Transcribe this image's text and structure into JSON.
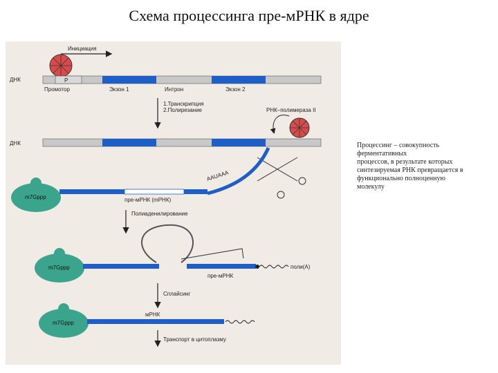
{
  "title": "Схема процессинга пре-мРНК в ядре",
  "colors": {
    "page": "#ffffff",
    "panel": "#f1ebe6",
    "dna": "#c8c8c8",
    "exon": "#1d5fc6",
    "strand": "#1d5fc6",
    "cap": "#3aa58c",
    "polymerase": "#d94b4b"
  },
  "labels": {
    "initiation": "Инициация",
    "dna1": "ДНК",
    "promoter": "Промотор",
    "promoter_mark": "P",
    "exon1": "Экзон 1",
    "intron": "Интрон",
    "exon2": "Экзон 2",
    "step1": "1.Транскрипция",
    "step2": "2.Полирезание",
    "polymerase": "РНК–полимераза II",
    "dna2": "ДНК",
    "aauaaa": "AAUAAA",
    "pre_mrna_1": "пре-мРНК (mРНК)",
    "polyadenylation": "Полиаденилирование",
    "pre_mrna_2": "пре-мРНК",
    "polyA": "поли(А)",
    "splicing": "Сплайсинг",
    "mrna": "мРНК",
    "transport": "Транспорт в цитоплазму",
    "cap": "m7Gppp"
  },
  "caption": [
    "Процессинг – совокупность",
    "ферментативных",
    "процессов, в результате которых",
    "синтезируемая РНК превращается в",
    "функционально полноценную",
    "молекулу"
  ]
}
